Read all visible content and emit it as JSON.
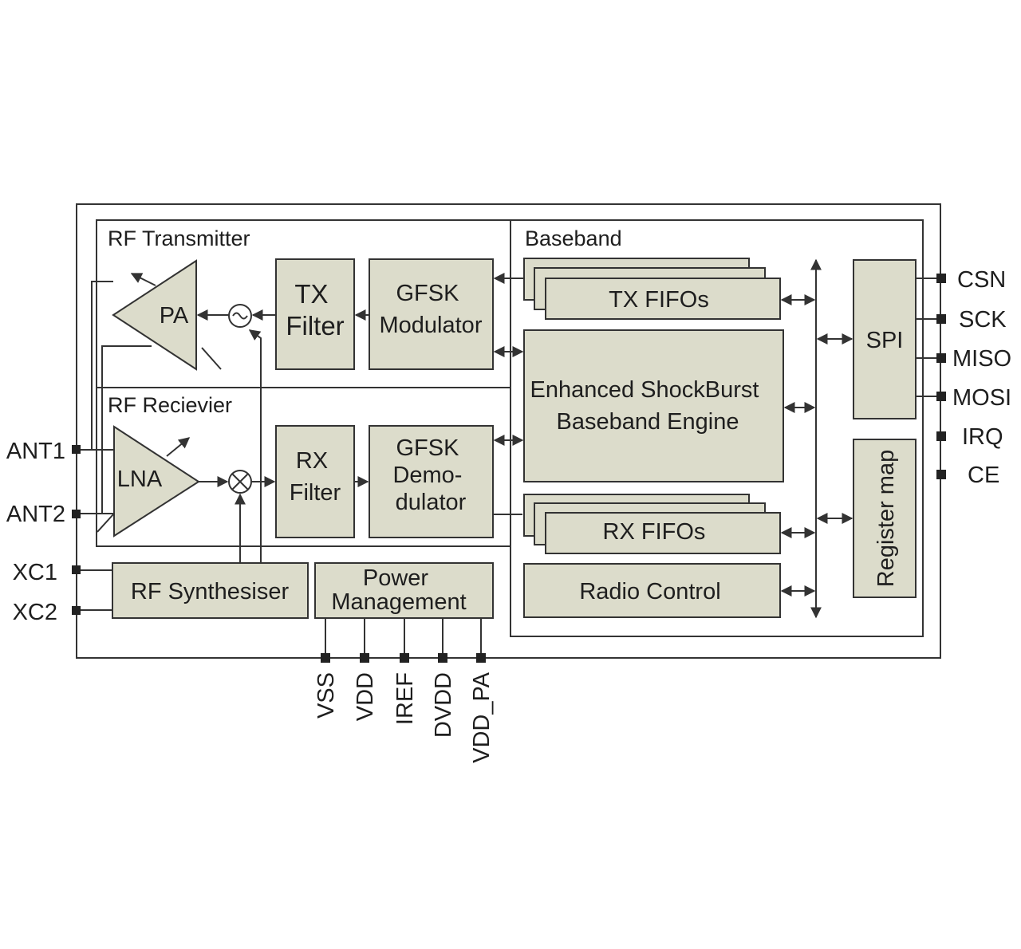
{
  "sections": {
    "transmitter": "RF Transmitter",
    "receiver": "RF Recievier",
    "baseband": "Baseband"
  },
  "blocks": {
    "pa": "PA",
    "lna": "LNA",
    "tx_filter": [
      "TX",
      "Filter"
    ],
    "rx_filter": [
      "RX",
      "Filter"
    ],
    "gfsk_mod": [
      "GFSK",
      "Modulator"
    ],
    "gfsk_demod": [
      "GFSK",
      "Demo-",
      "dulator"
    ],
    "tx_fifos": "TX FIFOs",
    "rx_fifos": "RX FIFOs",
    "engine": [
      "Enhanced ShockBurst",
      "Baseband Engine"
    ],
    "radio_control": "Radio Control",
    "spi": "SPI",
    "register_map": "Register map",
    "rf_synth": "RF Synthesiser",
    "power_mgmt": [
      "Power",
      "Management"
    ]
  },
  "pins": {
    "left": [
      "ANT1",
      "ANT2",
      "XC1",
      "XC2"
    ],
    "right": [
      "CSN",
      "SCK",
      "MISO",
      "MOSI",
      "IRQ",
      "CE"
    ],
    "bottom": [
      "VSS",
      "VDD",
      "IREF",
      "DVDD",
      "VDD_PA"
    ]
  },
  "colors": {
    "block_fill": "#dcdccb",
    "line": "#333333",
    "background": "#ffffff"
  }
}
